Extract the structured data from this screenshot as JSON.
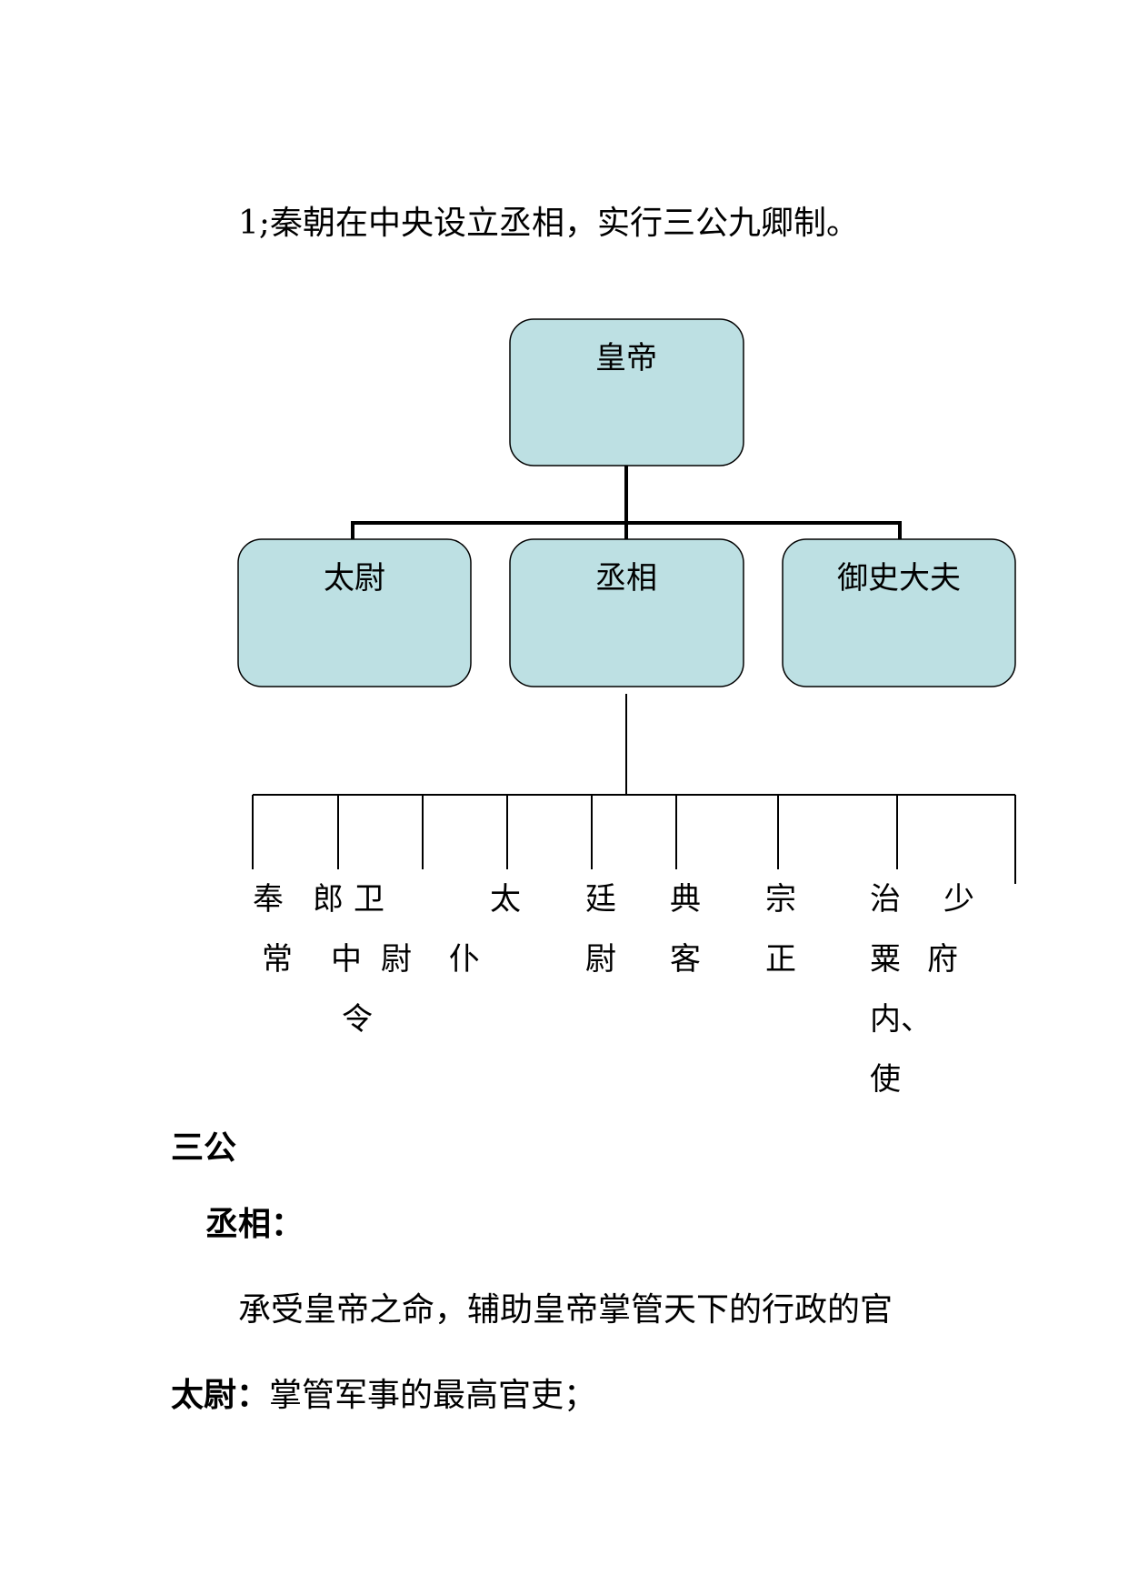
{
  "heading": "1;秦朝在中央设立丞相，实行三公九卿制。",
  "chart": {
    "top": "皇帝",
    "middle": [
      "太尉",
      "丞相",
      "御史大夫"
    ],
    "officials": [
      [
        "奉",
        "常"
      ],
      [
        "郎",
        "中",
        "令"
      ],
      [
        "卫",
        "尉"
      ],
      [
        "仆"
      ],
      [
        "太"
      ],
      [
        "廷",
        "尉"
      ],
      [
        "典",
        "客"
      ],
      [
        "宗",
        "正"
      ],
      [
        "治",
        "粟",
        "内、",
        "使"
      ],
      [
        "少",
        "府"
      ]
    ],
    "box_fill": "#bde0e3",
    "box_stroke": "#000000"
  },
  "section_title": "三公",
  "items": [
    {
      "term": "丞相：",
      "desc": ""
    },
    {
      "term": "",
      "desc": "承受皇帝之命，辅助皇帝掌管天下的行政的官"
    },
    {
      "term": "太尉：",
      "desc": "掌管军事的最高官吏；"
    }
  ]
}
